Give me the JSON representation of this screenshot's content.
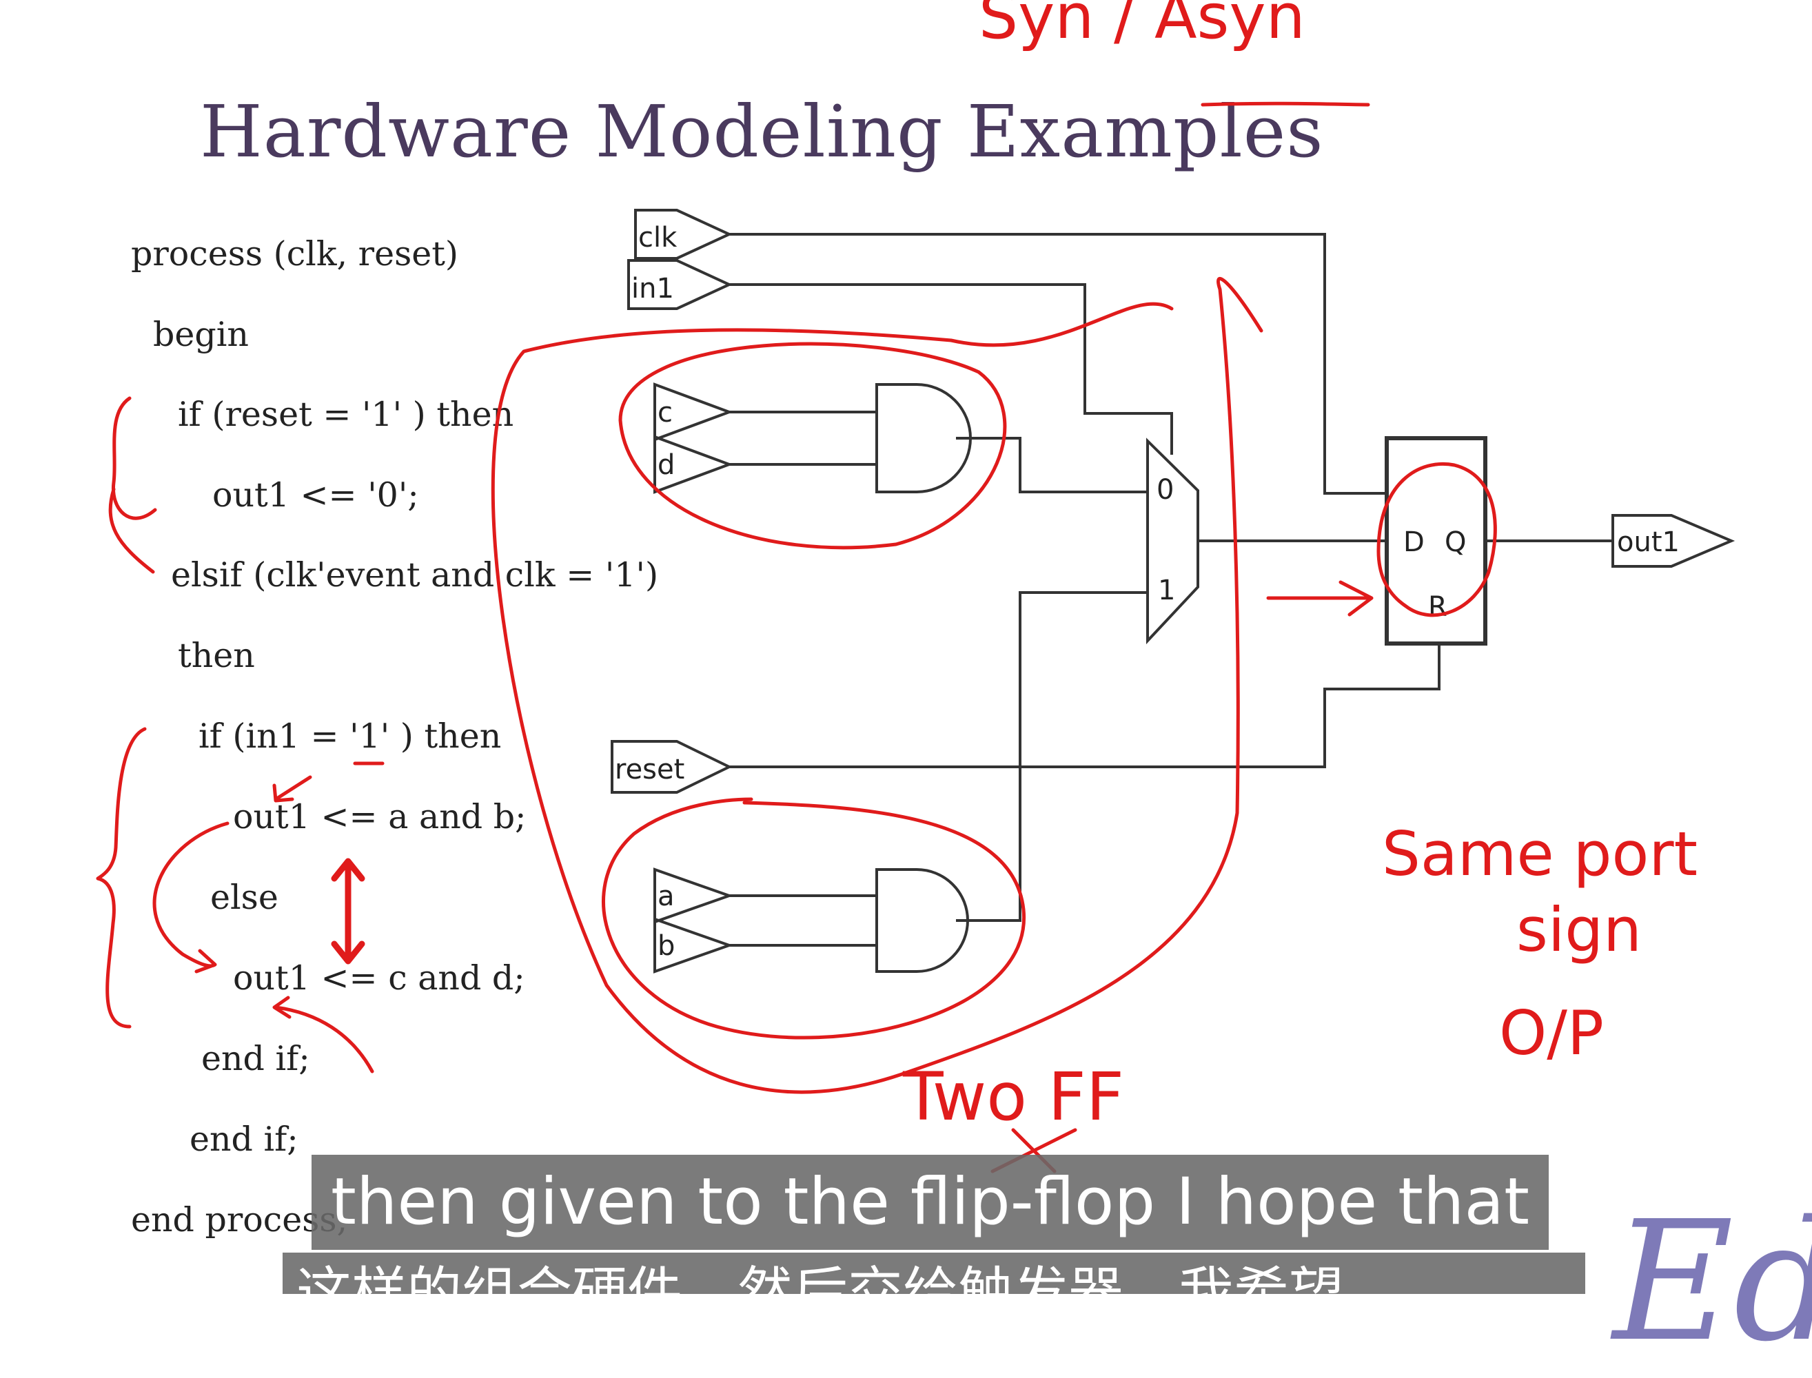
{
  "slide": {
    "title": "Hardware Modeling Examples",
    "code": [
      "process (clk, reset)",
      "begin",
      "if (reset = '1' ) then",
      "out1 <= '0';",
      "elsif (clk'event and clk = '1')",
      "then",
      "if (in1 = '1' ) then",
      "out1 <= a and b;",
      "else",
      "out1 <= c and d;",
      "end if;",
      "end if;",
      "end process;"
    ],
    "logo_text": "Ed"
  },
  "schematic": {
    "ports": [
      "clk",
      "in1",
      "c",
      "d",
      "reset",
      "a",
      "b",
      "out1"
    ],
    "mux_inputs": [
      "0",
      "1"
    ],
    "ff_pins": [
      "D",
      "Q",
      "R"
    ]
  },
  "annotations": {
    "top": "Syn / Asyn",
    "right_line1": "Same port",
    "right_line2": "sign",
    "right_line3": "O/P",
    "bottom": "Two FF"
  },
  "subtitles": {
    "line1": "then given to the flip-flop I hope that",
    "line2": "这样的组合硬件，然后交给触发器，我希望"
  },
  "colors": {
    "title": "#4a3a5e",
    "ink": "#e01b1b",
    "wire": "#333333"
  }
}
